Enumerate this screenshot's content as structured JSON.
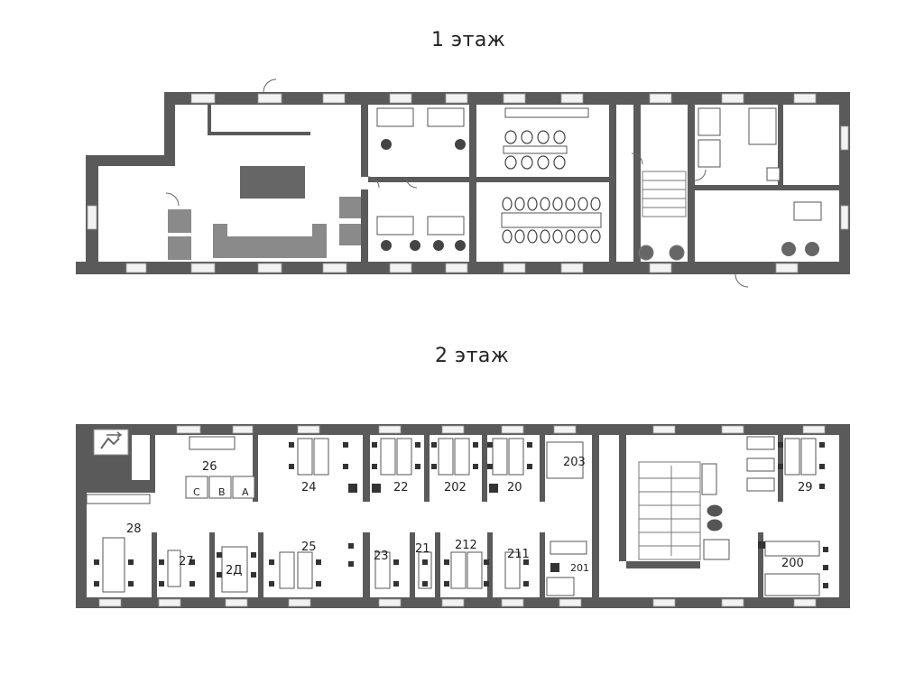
{
  "floors": [
    {
      "title": "1 этаж",
      "rooms": []
    },
    {
      "title": "2 этаж",
      "rooms": [
        "26",
        "24",
        "22",
        "202",
        "20",
        "203",
        "28",
        "25",
        "23",
        "21",
        "212",
        "211",
        "201",
        "27",
        "2Д",
        "29",
        "200",
        "C",
        "B",
        "A"
      ]
    }
  ],
  "colors": {
    "wall": "#595959",
    "furniture": "#7a7a7a",
    "chair": "#333333",
    "background": "#ffffff"
  }
}
